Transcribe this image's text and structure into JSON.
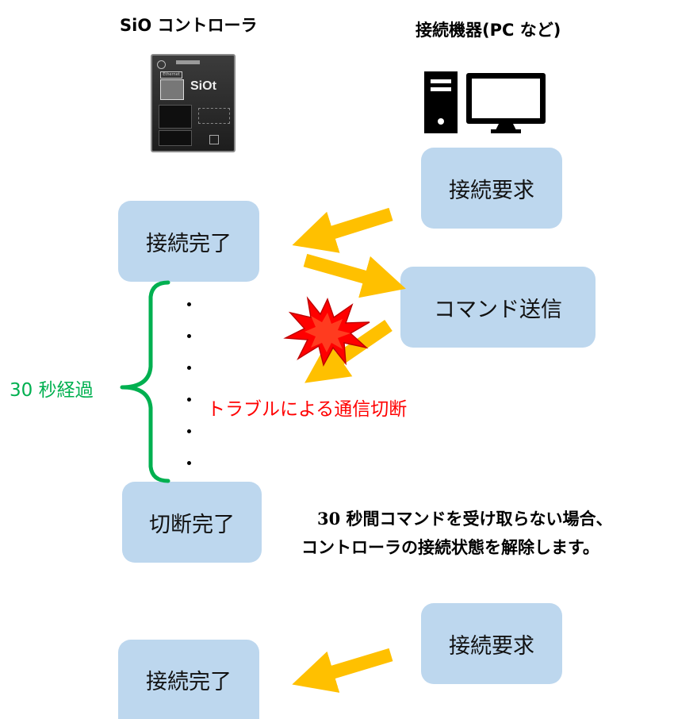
{
  "headers": {
    "controller": "SiO コントローラ",
    "device": "接続機器(PC など)"
  },
  "device_image": {
    "brand": "SiOt",
    "ports": "Ethernet"
  },
  "boxes": {
    "connect_request_1": "接続要求",
    "connect_complete_1": "接続完了",
    "command_send": "コマンド送信",
    "disconnect_complete": "切断完了",
    "connect_request_2": "接続要求",
    "connect_complete_2": "接続完了"
  },
  "labels": {
    "elapsed": "30 秒経過",
    "trouble": "トラブルによる通信切断"
  },
  "note": {
    "line1": "30 秒間コマンドを受け取らない場合、",
    "line2": "コントローラの接続状態を解除します。"
  },
  "colors": {
    "box": "#bdd7ee",
    "arrow": "#ffc000",
    "brace": "#00b050",
    "trouble_text": "#ff0000",
    "burst": "#ff0000"
  },
  "icons": [
    "pc-tower-icon",
    "monitor-icon",
    "explosion-icon"
  ]
}
